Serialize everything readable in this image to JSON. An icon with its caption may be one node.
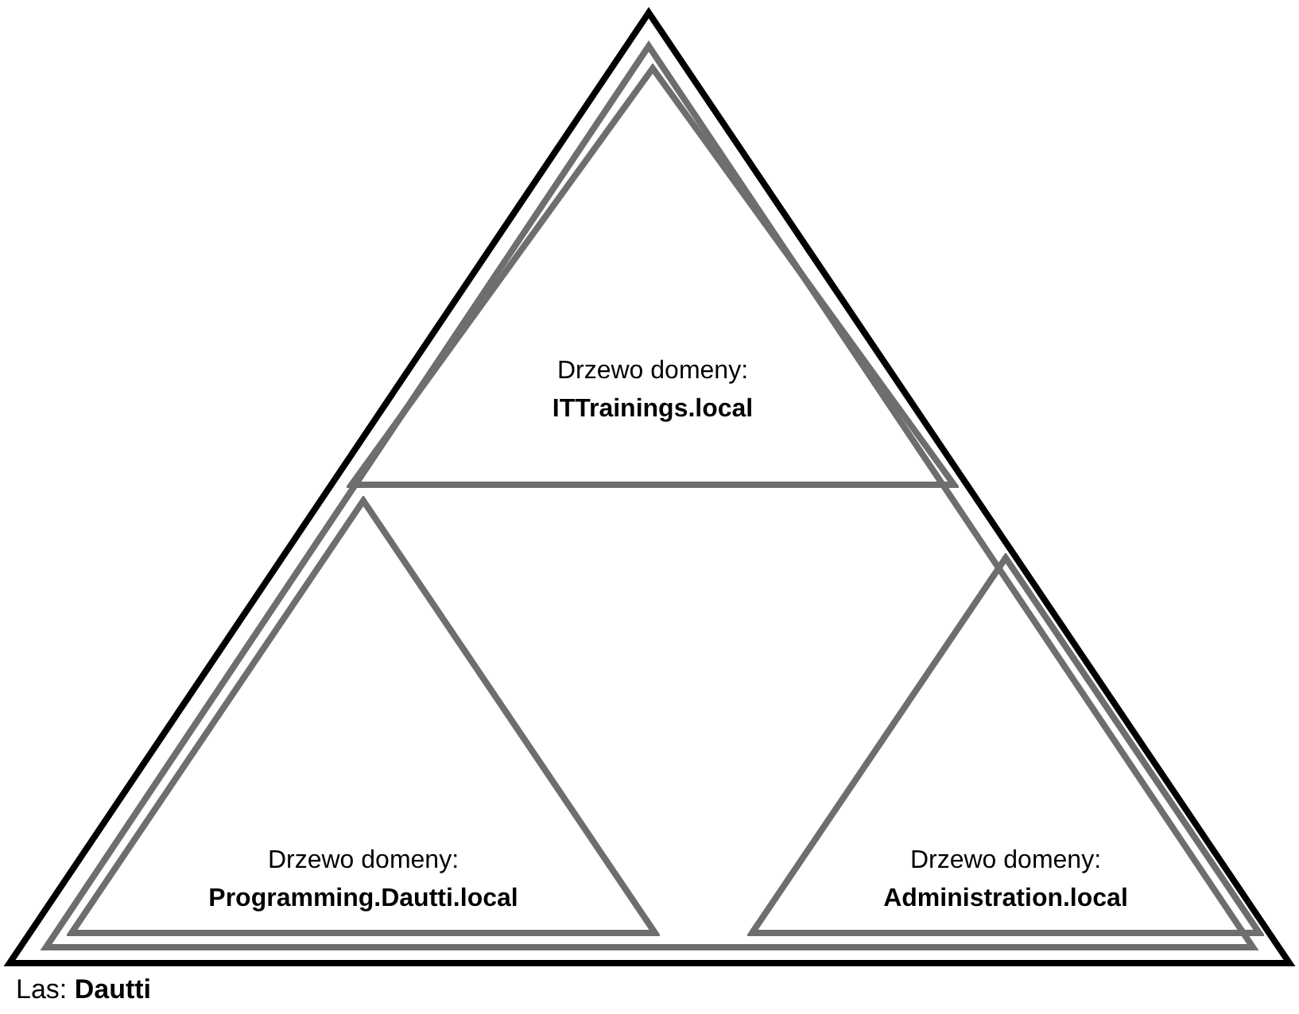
{
  "diagram": {
    "nodes": [
      {
        "text": [
          "Las: **Dautti**"
        ]
      },
      {
        "text": [
          "Drzewo domeny:",
          "ITTrainings.local"
        ],
        "in": 0
      },
      {
        "text": [
          "Drzewo domeny:",
          "Programming.Dautti.local"
        ],
        "in": 0
      },
      {
        "text": [
          "Drzewo domeny:",
          "Administration.local"
        ],
        "in": 0
      }
    ]
  }
}
